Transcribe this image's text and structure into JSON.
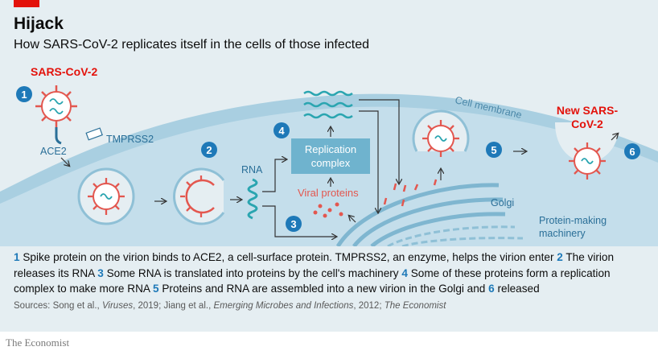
{
  "header": {
    "title": "Hijack",
    "subtitle": "How SARS-CoV-2 replicates itself in the cells of those infected"
  },
  "diagram": {
    "labels": {
      "virus": "SARS-CoV-2",
      "cell_membrane": "Cell membrane",
      "ace2": "ACE2",
      "tmprss2": "TMPRSS2",
      "rna": "RNA",
      "replication_complex_line1": "Replication",
      "replication_complex_line2": "complex",
      "viral_proteins": "Viral proteins",
      "golgi": "Golgi",
      "protein_making_line1": "Protein-making",
      "protein_making_line2": "machinery",
      "new_virus_line1": "New SARS-",
      "new_virus_line2": "CoV-2"
    },
    "steps": [
      "1",
      "2",
      "3",
      "4",
      "5",
      "6"
    ],
    "colors": {
      "step_badge": "#1e79b8",
      "virus_red": "#e3574f",
      "virus_label": "#e3120b",
      "cell": "#a9cfe1",
      "cell_light": "#c4deeb",
      "background": "#e5eef2",
      "rna": "#2aa5b0",
      "box": "#6fb3ce"
    }
  },
  "caption": [
    {
      "num": "1",
      "text": " Spike protein on the virion binds to ACE2, a cell-surface protein. TMPRSS2, an enzyme, helps the virion enter "
    },
    {
      "num": "2",
      "text": " The virion releases its RNA "
    },
    {
      "num": "3",
      "text": " Some RNA is translated into proteins by the cell's machinery "
    },
    {
      "num": "4",
      "text": " Some of these proteins form a replication complex to make more RNA "
    },
    {
      "num": "5",
      "text": " Proteins and RNA are assembled into a new virion in the Golgi and "
    },
    {
      "num": "6",
      "text": " released"
    }
  ],
  "sources": {
    "prefix": "Sources: Song et al., ",
    "journal1": "Viruses",
    "mid1": ", 2019; Jiang et al., ",
    "journal2": "Emerging Microbes and Infections",
    "mid2": ", 2012; ",
    "journal3": "The Economist"
  },
  "footer": "The Economist"
}
